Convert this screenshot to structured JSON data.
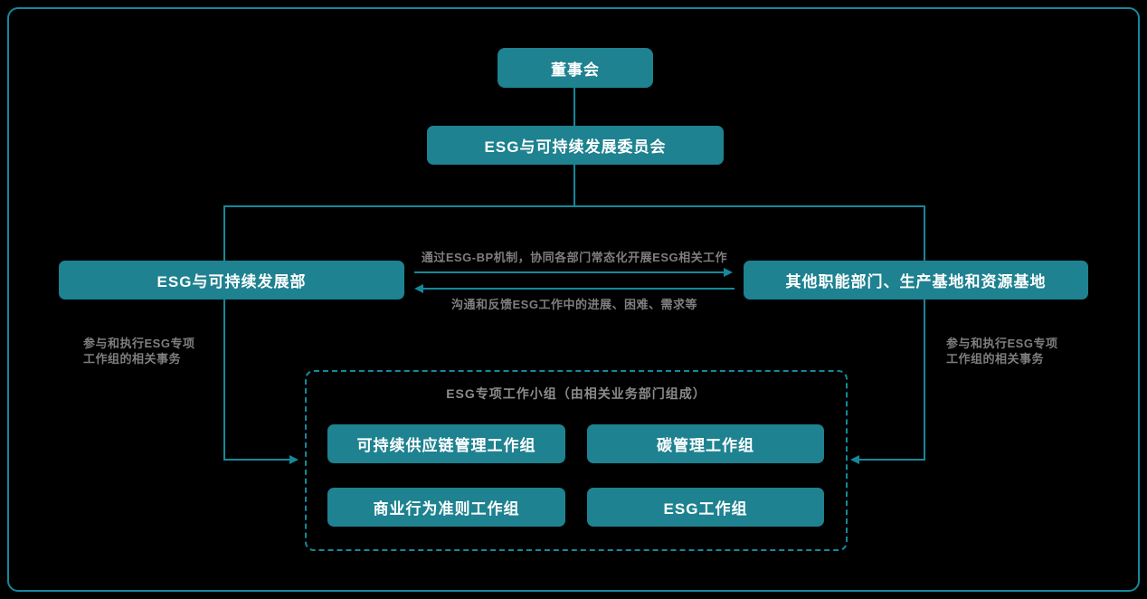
{
  "colors": {
    "bg": "#000000",
    "box": "#1e8290",
    "line": "#14899b",
    "gray": "#7e7e7e",
    "white": "#ffffff"
  },
  "nodes": {
    "board": "董事会",
    "committee": "ESG与可持续发展委员会",
    "esg_dept": "ESG与可持续发展部",
    "other_depts": "其他职能部门、生产基地和资源基地"
  },
  "flows": {
    "to_right_label": "通过ESG-BP机制，协同各部门常态化开展ESG相关工作",
    "to_left_label": "沟通和反馈ESG工作中的进展、困难、需求等"
  },
  "side_notes": {
    "left_line1": "参与和执行ESG专项",
    "left_line2": "工作组的相关事务",
    "right_line1": "参与和执行ESG专项",
    "right_line2": "工作组的相关事务"
  },
  "task_group": {
    "title": "ESG专项工作小组（由相关业务部门组成）",
    "items": [
      "可持续供应链管理工作组",
      "碳管理工作组",
      "商业行为准则工作组",
      "ESG工作组"
    ]
  }
}
